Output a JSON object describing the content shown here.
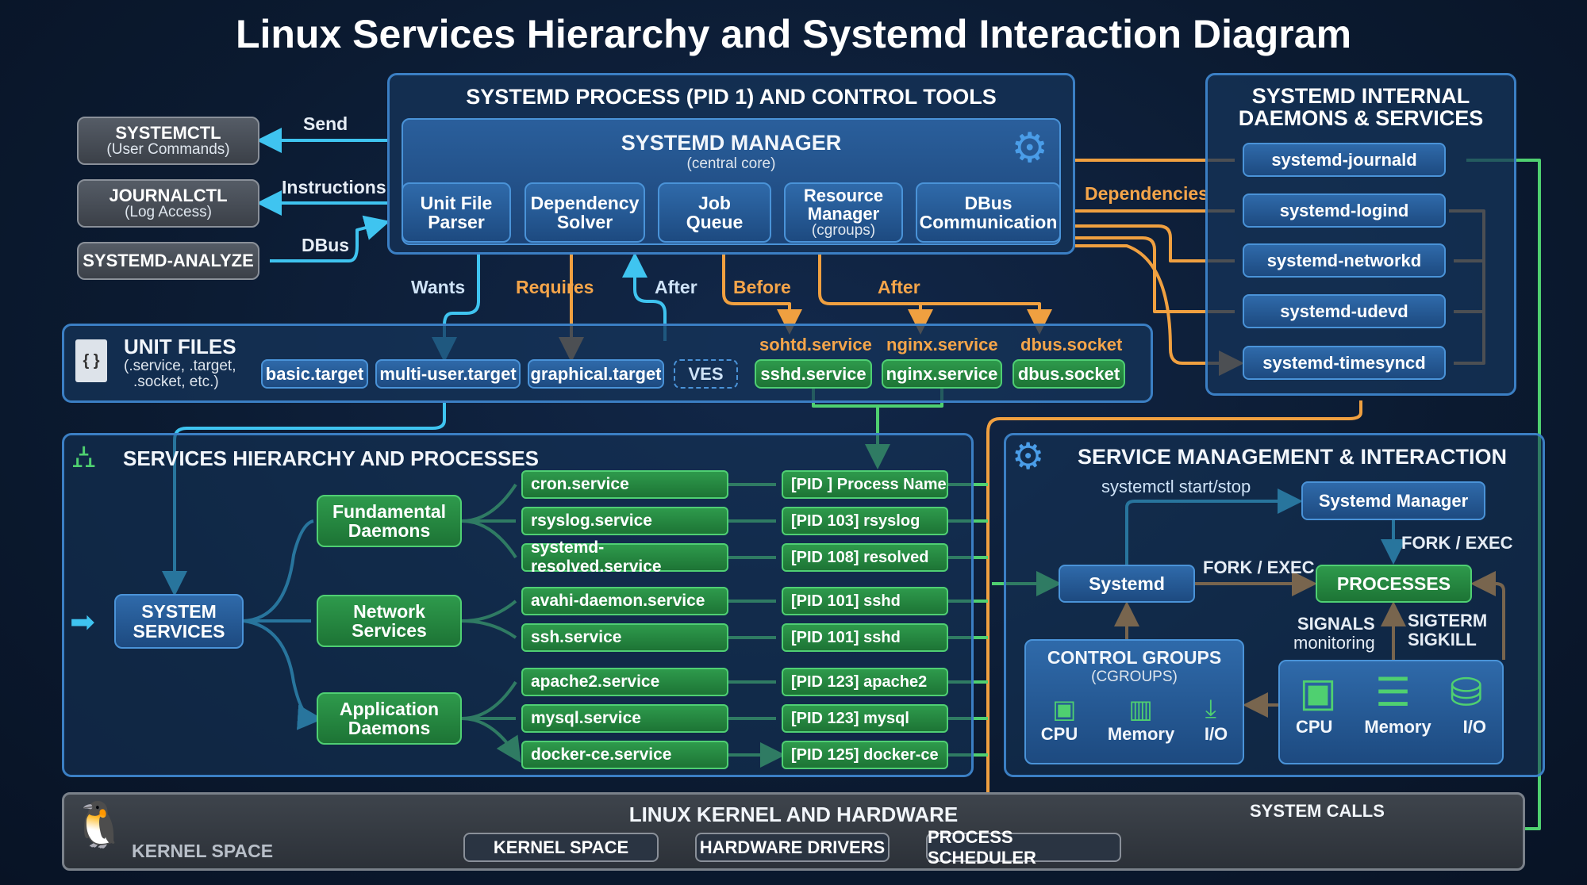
{
  "title": "Linux Services Hierarchy and Systemd Interaction Diagram",
  "tools": [
    {
      "name": "SYSTEMCTL",
      "sub": "(User Commands)",
      "edge": "Send"
    },
    {
      "name": "JOURNALCTL",
      "sub": "(Log Access)",
      "edge": "Instructions"
    },
    {
      "name": "SYSTEMD-ANALYZE",
      "sub": "",
      "edge": "DBus"
    }
  ],
  "systemd_process": {
    "title": "SYSTEMD PROCESS (PID 1) AND CONTROL TOOLS",
    "manager": "SYSTEMD MANAGER",
    "manager_sub": "(central core)",
    "components": [
      {
        "l1": "Unit File",
        "l2": "Parser",
        "sub": ""
      },
      {
        "l1": "Dependency",
        "l2": "Solver",
        "sub": ""
      },
      {
        "l1": "Job",
        "l2": "Queue",
        "sub": ""
      },
      {
        "l1": "Resource",
        "l2": "Manager",
        "sub": "(cgroups)"
      },
      {
        "l1": "DBus",
        "l2": "Communication",
        "sub": ""
      }
    ]
  },
  "edges": {
    "wants": "Wants",
    "requires": "Requires",
    "after1": "After",
    "before": "Before",
    "after2": "After",
    "dependencies": "Dependencies"
  },
  "internal": {
    "title1": "SYSTEMD INTERNAL",
    "title2": "DAEMONS & SERVICES",
    "daemons": [
      "systemd-journald",
      "systemd-logind",
      "systemd-networkd",
      "systemd-udevd",
      "systemd-timesyncd"
    ]
  },
  "unit_files": {
    "title": "UNIT FILES",
    "sub1": "(.service, .target,",
    "sub2": ".socket, etc.)",
    "targets": [
      "basic.target",
      "multi-user.target",
      "graphical.target",
      "VES"
    ],
    "service_labels": [
      "sohtd.service",
      "nginx.service",
      "dbus.socket"
    ],
    "services": [
      "sshd.service",
      "nginx.service",
      "dbus.socket"
    ]
  },
  "hierarchy": {
    "title": "SERVICES HIERARCHY AND PROCESSES",
    "root1": "SYSTEM",
    "root2": "SERVICES",
    "groups": [
      {
        "l1": "Fundamental",
        "l2": "Daemons"
      },
      {
        "l1": "Network",
        "l2": "Services"
      },
      {
        "l1": "Application",
        "l2": "Daemons"
      }
    ],
    "services": [
      "cron.service",
      "rsyslog.service",
      "systemd-resolved.service",
      "avahi-daemon.service",
      "ssh.service",
      "apache2.service",
      "mysql.service",
      "docker-ce.service"
    ],
    "processes": [
      "[PID ]  Process Name",
      "[PID 103] rsyslog",
      "[PID 108] resolved",
      "[PID 101] sshd",
      "[PID 101] sshd",
      "[PID 123] apache2",
      "[PID 123] mysql",
      "[PID 125] docker-ce"
    ]
  },
  "management": {
    "title": "SERVICE MANAGEMENT & INTERACTION",
    "start_stop": "systemctl start/stop",
    "manager": "Systemd Manager",
    "fork1": "FORK / EXEC",
    "fork2": "FORK / EXEC",
    "systemd": "Systemd",
    "processes": "PROCESSES",
    "signals1": "SIGNALS",
    "signals2": "monitoring",
    "sig1": "SIGTERM",
    "sig2": "SIGKILL",
    "cg_title": "CONTROL GROUPS",
    "cg_sub": "(CGROUPS)",
    "cg_res": [
      "CPU",
      "Memory",
      "I/O"
    ],
    "res": [
      "CPU",
      "Memory",
      "I/O"
    ]
  },
  "kernel": {
    "title": "LINUX KERNEL AND HARDWARE",
    "space": "KERNEL SPACE",
    "syscalls": "SYSTEM CALLS",
    "chips": [
      "KERNEL SPACE",
      "HARDWARE DRIVERS",
      "PROCESS SCHEDULER"
    ]
  },
  "colors": {
    "cyan": "#3fc4f0",
    "orange": "#f0a040",
    "green": "#4fd070",
    "panel_border": "#3b7fc4"
  }
}
